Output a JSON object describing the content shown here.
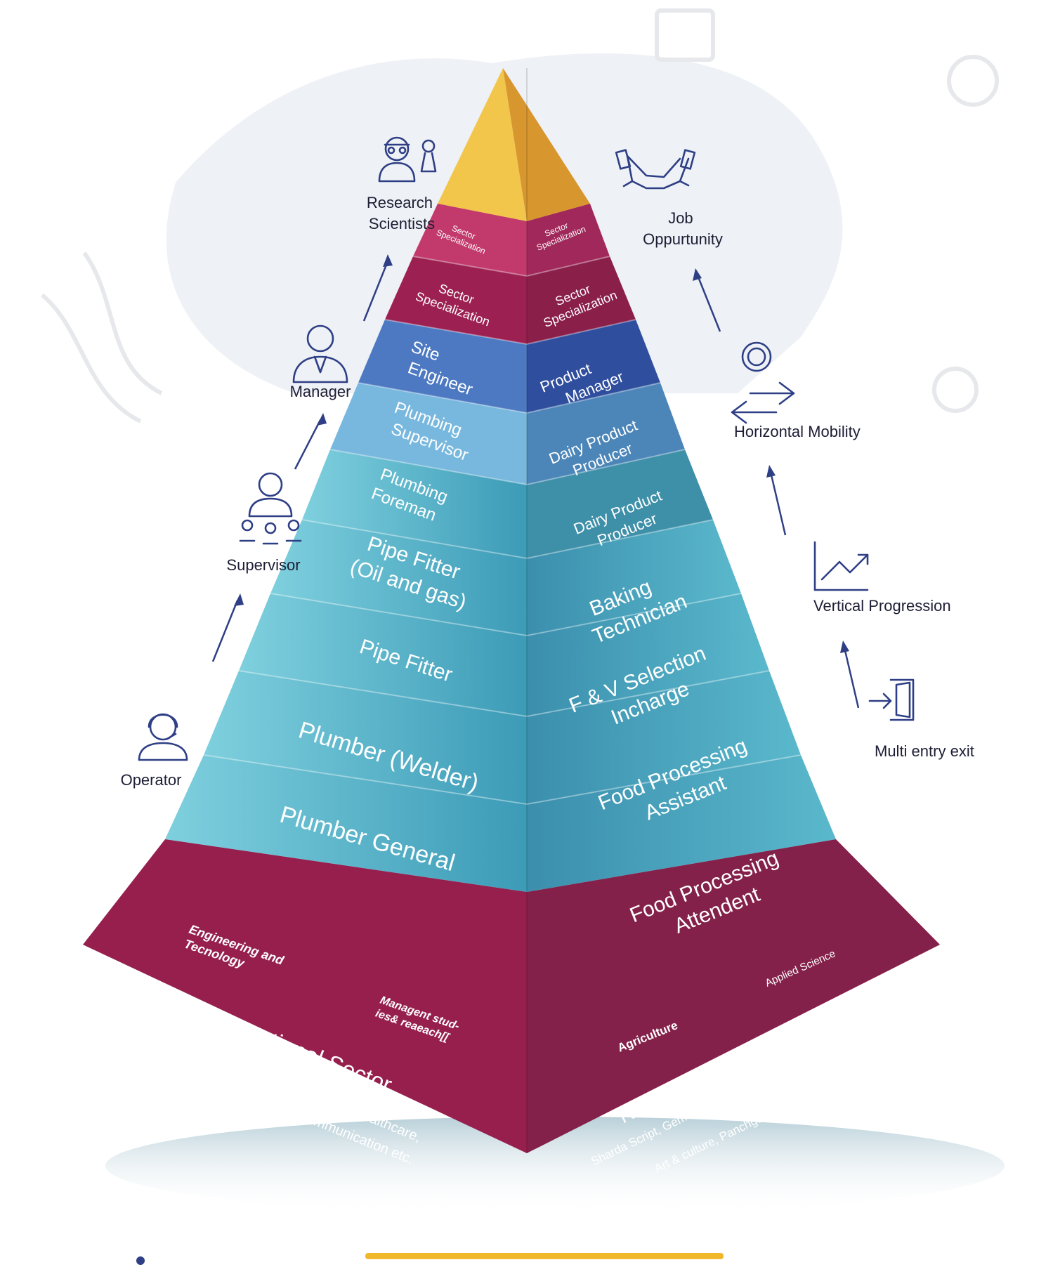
{
  "colors": {
    "gold": "#e8b43c",
    "crimson": "#a01f52",
    "maroon": "#8e1f47",
    "blue": "#3d5fae",
    "teal": "#3d97b6",
    "arrow": "#2f3f86"
  },
  "top_icons": {
    "research": [
      "Research",
      "Scientists"
    ],
    "job": [
      "Job",
      "Oppurtunity"
    ]
  },
  "left_roles": {
    "manager": "Manager",
    "supervisor": "Supervisor",
    "operator": "Operator"
  },
  "right_paths": {
    "horizontal": "Horizontal  Mobility",
    "vertical": "Vertical Progression",
    "multi": "Multi entry exit"
  },
  "pyramid": {
    "left": {
      "tier1": [
        "Sector",
        "Specialization"
      ],
      "tier2": [
        "Sector",
        "Specialization"
      ],
      "tier3": [
        "Site",
        "Engineer"
      ],
      "tier4": [
        "Plumbing",
        "Supervisor"
      ],
      "tier5": [
        "Plumbing",
        "Foreman"
      ],
      "tier6": [
        "Pipe Fitter",
        "(Oil and gas)"
      ],
      "tier7": "Pipe Fitter",
      "tier8": "Plumber (Welder)",
      "tier9": "Plumber General"
    },
    "right": {
      "tier1": [
        "Sector",
        "Specialization"
      ],
      "tier2": [
        "Sector",
        "Specialization"
      ],
      "tier3": [
        "Product",
        "Manager"
      ],
      "tier4": [
        "Dairy Product",
        "Producer"
      ],
      "tier5": [
        "Dairy Product",
        "Producer"
      ],
      "tier6": [
        "Baking",
        "Technician"
      ],
      "tier7": [
        "F & V Selection",
        "Incharge"
      ],
      "tier8": [
        "Food Processing",
        "Assistant"
      ],
      "tier9": [
        "Food Processing",
        "Attendent"
      ]
    }
  },
  "base": {
    "left": {
      "corner1": [
        "Engineering and",
        "Tecnology"
      ],
      "corner2": [
        "Managent stud-",
        "ies& reaeach[["
      ],
      "title": "Conventional Sector",
      "line1": "Automobile, Aviation, BFSI, Electronis, Healthcare,",
      "line2": "Logistic, Mining, Plumbing, telecommunication etc."
    },
    "right": {
      "corner1": "Applied Science",
      "corner2": "Agriculture",
      "title": "Non Conventional Sector",
      "line1": "Sharda Script, Gem & Jewellery, Handicraft & Carpet,",
      "line2": "Art & culture, Panchgavya, Ayush etc"
    }
  }
}
